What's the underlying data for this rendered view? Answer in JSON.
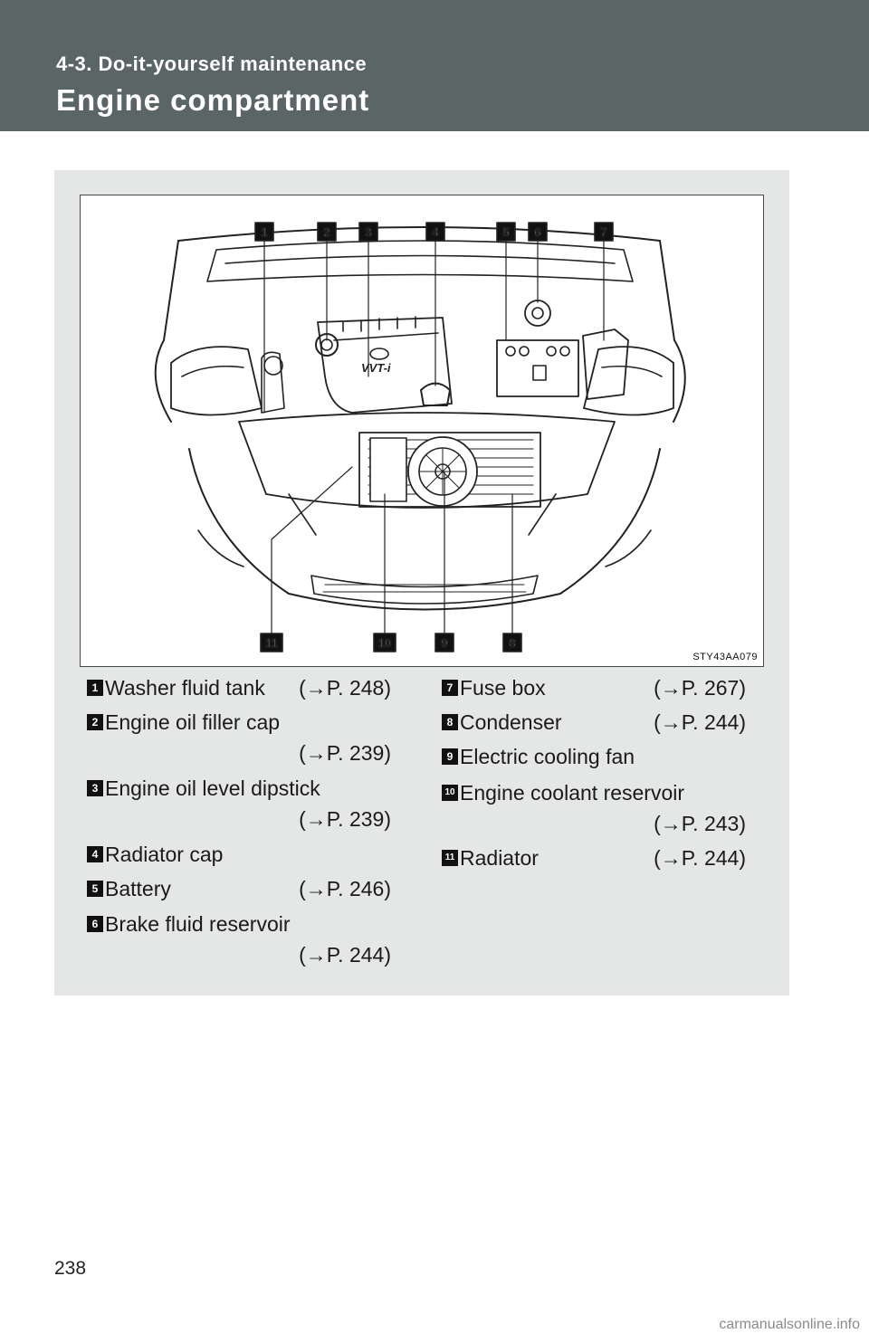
{
  "header": {
    "section": "4-3. Do-it-yourself maintenance",
    "title": "Engine compartment"
  },
  "figure": {
    "code": "STY43AA079",
    "top_callouts": [
      "1",
      "2",
      "3",
      "4",
      "5",
      "6",
      "7"
    ],
    "bottom_callouts": [
      "11",
      "10",
      "9",
      "8"
    ],
    "logo_text": "VVT-i"
  },
  "items": [
    {
      "num": "1",
      "label": "Washer fluid tank",
      "ref": "(→P. 248)"
    },
    {
      "num": "2",
      "label": "Engine oil filler cap",
      "ref": "(→P. 239)"
    },
    {
      "num": "3",
      "label": "Engine oil level dipstick",
      "ref": "(→P. 239)"
    },
    {
      "num": "4",
      "label": "Radiator cap",
      "ref": ""
    },
    {
      "num": "5",
      "label": "Battery",
      "ref": "(→P. 246)"
    },
    {
      "num": "6",
      "label": "Brake fluid reservoir",
      "ref": "(→P. 244)"
    },
    {
      "num": "7",
      "label": "Fuse box",
      "ref": "(→P. 267)"
    },
    {
      "num": "8",
      "label": "Condenser",
      "ref": "(→P. 244)"
    },
    {
      "num": "9",
      "label": "Electric cooling fan",
      "ref": ""
    },
    {
      "num": "10",
      "label": "Engine coolant reservoir",
      "ref": "(→P. 243)"
    },
    {
      "num": "11",
      "label": "Radiator",
      "ref": "(→P. 244)"
    }
  ],
  "page_number": "238",
  "watermark": "carmanualsonline.info"
}
